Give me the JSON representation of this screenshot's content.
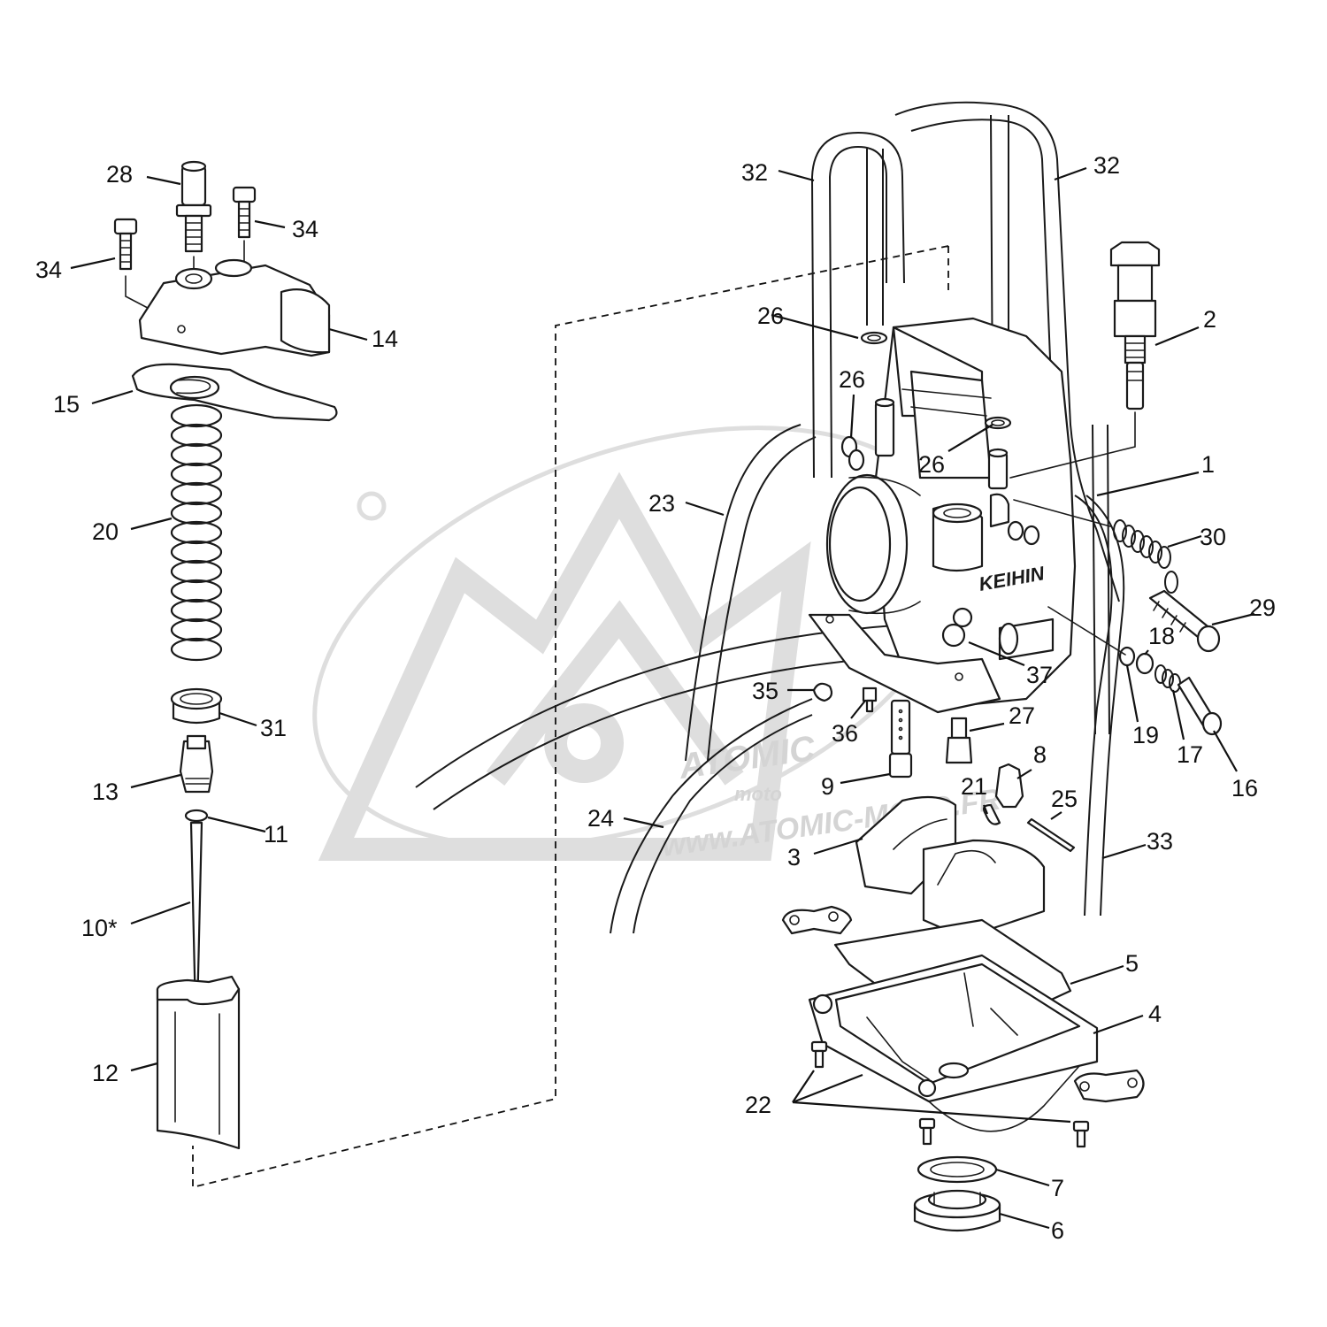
{
  "watermark": {
    "logo_text": "ATOMIC",
    "sub_text": "moto",
    "url_text": "www.ATOMIC-MOTO.FR",
    "color": "#dedede"
  },
  "line_color": "#1a1a1a",
  "callouts": [
    {
      "id": "c1",
      "label": "1"
    },
    {
      "id": "c2",
      "label": "2"
    },
    {
      "id": "c3",
      "label": "3"
    },
    {
      "id": "c4",
      "label": "4"
    },
    {
      "id": "c5",
      "label": "5"
    },
    {
      "id": "c6",
      "label": "6"
    },
    {
      "id": "c7",
      "label": "7"
    },
    {
      "id": "c8",
      "label": "8"
    },
    {
      "id": "c9",
      "label": "9"
    },
    {
      "id": "c10",
      "label": "10*"
    },
    {
      "id": "c11",
      "label": "11"
    },
    {
      "id": "c12",
      "label": "12"
    },
    {
      "id": "c13",
      "label": "13"
    },
    {
      "id": "c14",
      "label": "14"
    },
    {
      "id": "c15",
      "label": "15"
    },
    {
      "id": "c16",
      "label": "16"
    },
    {
      "id": "c17",
      "label": "17"
    },
    {
      "id": "c18",
      "label": "18"
    },
    {
      "id": "c19",
      "label": "19"
    },
    {
      "id": "c20",
      "label": "20"
    },
    {
      "id": "c21",
      "label": "21"
    },
    {
      "id": "c22",
      "label": "22"
    },
    {
      "id": "c23",
      "label": "23"
    },
    {
      "id": "c24",
      "label": "24"
    },
    {
      "id": "c25",
      "label": "25"
    },
    {
      "id": "c26a",
      "label": "26"
    },
    {
      "id": "c26b",
      "label": "26"
    },
    {
      "id": "c26c",
      "label": "26"
    },
    {
      "id": "c27",
      "label": "27"
    },
    {
      "id": "c28",
      "label": "28"
    },
    {
      "id": "c29",
      "label": "29"
    },
    {
      "id": "c30",
      "label": "30"
    },
    {
      "id": "c31",
      "label": "31"
    },
    {
      "id": "c32a",
      "label": "32"
    },
    {
      "id": "c32b",
      "label": "32"
    },
    {
      "id": "c33",
      "label": "33"
    },
    {
      "id": "c34a",
      "label": "34"
    },
    {
      "id": "c34b",
      "label": "34"
    },
    {
      "id": "c35",
      "label": "35"
    },
    {
      "id": "c36",
      "label": "36"
    },
    {
      "id": "c37",
      "label": "37"
    }
  ]
}
